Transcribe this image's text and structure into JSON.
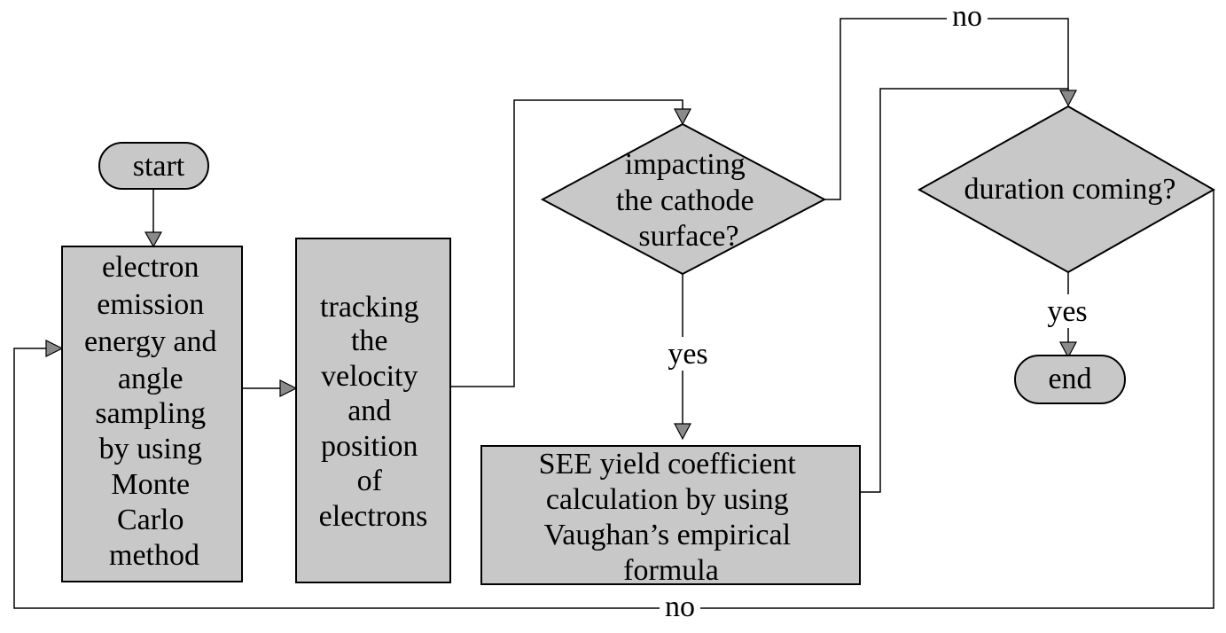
{
  "nodes": {
    "start": {
      "lines": [
        "start"
      ]
    },
    "emission": {
      "lines": [
        "electron",
        "emission",
        "energy and",
        "angle",
        "sampling",
        "by using",
        "Monte",
        "Carlo",
        "method"
      ]
    },
    "tracking": {
      "lines": [
        "tracking",
        "the",
        "velocity",
        "and",
        "position",
        "of",
        "electrons"
      ]
    },
    "impacting": {
      "lines": [
        "impacting",
        "the cathode",
        "surface?"
      ]
    },
    "see": {
      "lines": [
        "SEE yield coefficient",
        "calculation by using",
        "Vaughan’s empirical",
        "formula"
      ]
    },
    "duration": {
      "lines": [
        "duration coming?"
      ]
    },
    "end": {
      "lines": [
        "end"
      ]
    }
  },
  "edges": {
    "impacting_yes": "yes",
    "impacting_no": "no",
    "duration_yes": "yes",
    "duration_no": "no"
  }
}
